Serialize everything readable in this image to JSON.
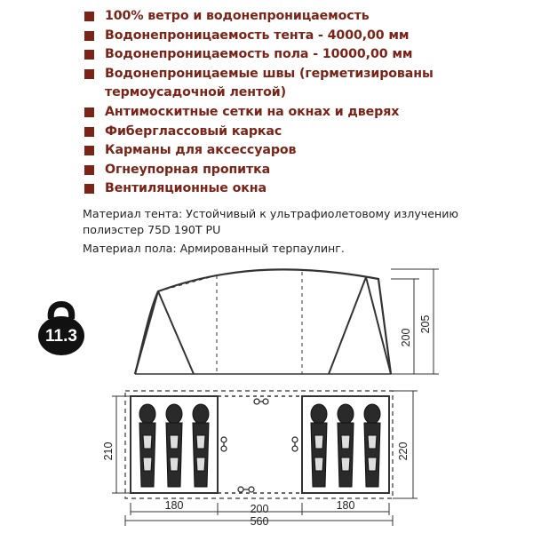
{
  "features": [
    "100%   ветро и водонепроницаемость",
    "Водонепроницаемость тента - 4000,00 мм",
    "Водонепроницаемость пола - 10000,00 мм",
    "Водонепроницаемые швы (герметизированы термоусадочной лентой)",
    "Антимоскитные сетки на окнах и дверях",
    "Фиберглассовый каркас",
    "Карманы для аксессуаров",
    "Огнеупорная пропитка",
    "Вентиляционные окна"
  ],
  "materials": {
    "tent": "Материал тента: Устойчивый к ультрафиолетовому  излучению полиэстер 75D 190T PU",
    "floor": "Материал пола: Армированный терпаулинг."
  },
  "weight": "11.3",
  "dimensions": {
    "inner_height": "200",
    "outer_height": "205",
    "inner_depth": "210",
    "outer_depth": "220",
    "bedroom_left_width": "180",
    "vestibule_width": "200",
    "bedroom_right_width": "180",
    "total_width": "560"
  },
  "colors": {
    "accent": "#7a2418",
    "text": "#222222",
    "line": "#333333",
    "sleeping_bag": "#2a2a2a"
  }
}
